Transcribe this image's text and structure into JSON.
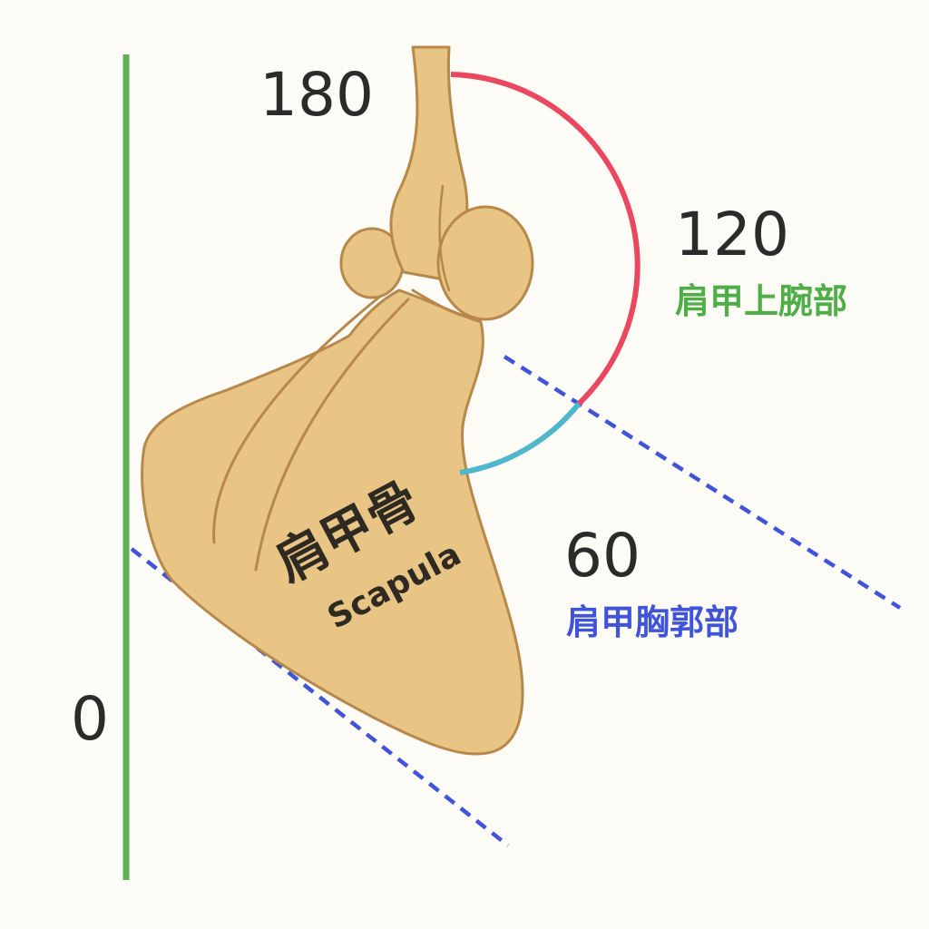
{
  "colors": {
    "background": "#fdfbf6",
    "reference_line": "#5cb34f",
    "glenohumeral_arc": "#e9485f",
    "scapulothoracic_arc": "#4fb7cc",
    "dashed_line": "#3f54d9",
    "bone_fill": "#e8c485",
    "bone_stroke": "#b8884a",
    "glenohumeral_label": "#4fae48",
    "scapulothoracic_label": "#3f54d9",
    "number_text": "#2b2b2b"
  },
  "angles": {
    "a180": "180",
    "a120": "120",
    "a60": "60",
    "a0": "0"
  },
  "zones": {
    "glenohumeral": "肩甲上腕部",
    "scapulothoracic": "肩甲胸郭部"
  },
  "bone": {
    "name_jp": "肩甲骨",
    "name_en": "Scapula"
  }
}
